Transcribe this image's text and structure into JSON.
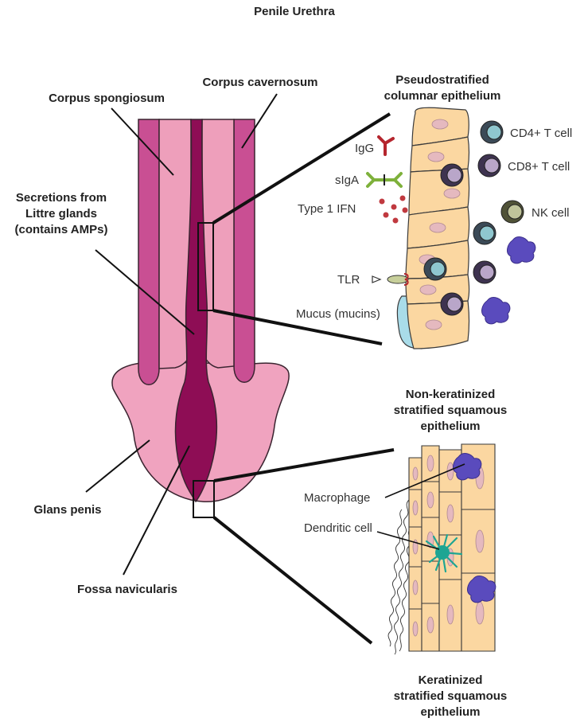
{
  "title": "Penile Urethra",
  "anatomy_labels": {
    "corpus_cavernosum": "Corpus cavernosum",
    "corpus_spongiosum": "Corpus spongiosum",
    "secretions_line1": "Secretions from",
    "secretions_line2": "Littre glands",
    "secretions_line3": "(contains AMPs)",
    "glans_penis": "Glans penis",
    "fossa_navicularis": "Fossa navicularis"
  },
  "upper_panel": {
    "heading_line1": "Pseudostratified",
    "heading_line2": "columnar epithelium",
    "igg": "IgG",
    "siga": "sIgA",
    "type1_ifn": "Type 1 IFN",
    "tlr": "TLR",
    "mucus": "Mucus (mucins)",
    "cd4": "CD4+ T cell",
    "cd8": "CD8+ T cell",
    "nk": "NK cell"
  },
  "lower_panel": {
    "heading_line1": "Non-keratinized",
    "heading_line2": "stratified squamous",
    "heading_line3": "epithelium",
    "macrophage": "Macrophage",
    "dendritic": "Dendritic cell",
    "footer_line1": "Keratinized",
    "footer_line2": "stratified squamous",
    "footer_line3": "epithelium"
  },
  "colors": {
    "cavernosum": "#c94f93",
    "spongiosum": "#ee9fbb",
    "urethra": "#8e0d55",
    "glans": "#f0a3bf",
    "epithelial_cell": "#fbd7a1",
    "nucleus": "#e5b9bf",
    "macrophage": "#5a4bbd",
    "dendritic": "#1ea593",
    "mucus": "#a9dce9"
  }
}
